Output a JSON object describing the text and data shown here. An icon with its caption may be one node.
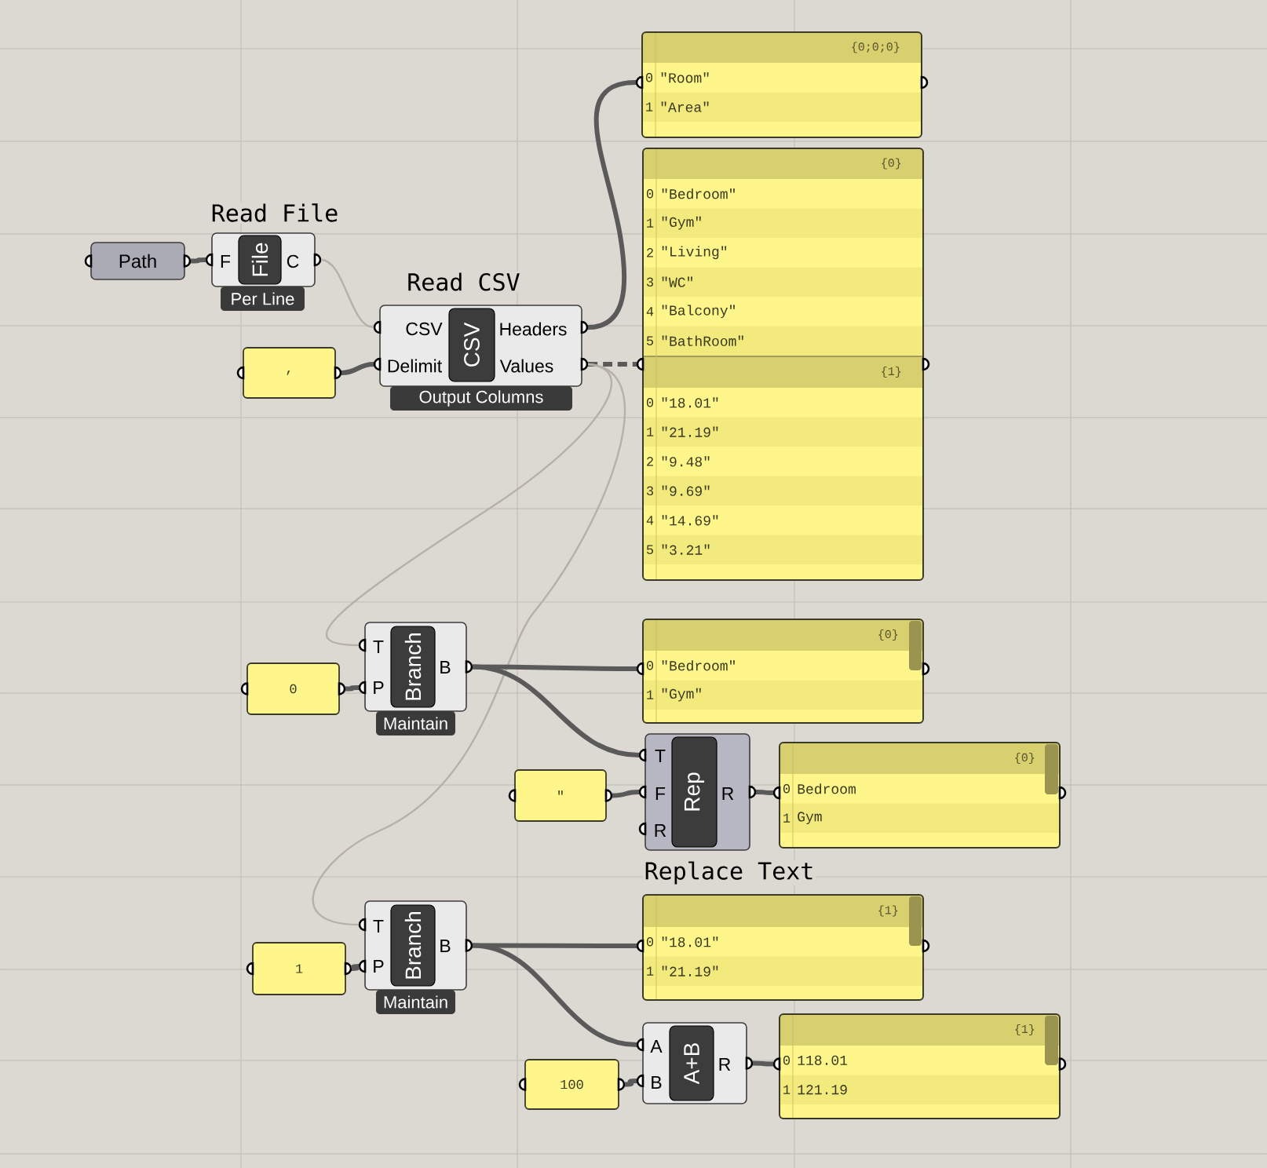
{
  "diagram": {
    "nodes": [
      {
        "text": [
          "Path"
        ]
      },
      {
        "text": [
          "Read File",
          "F",
          "File",
          "C",
          "Per Line"
        ]
      },
      {
        "text": [
          ","
        ]
      },
      {
        "text": [
          "Read CSV",
          "CSV",
          "Delimit",
          "CSV",
          "Headers",
          "Values",
          "Output Columns"
        ]
      },
      {
        "text": [
          "{0;0;0}",
          "0",
          "\"Room\"",
          "1",
          "\"Area\""
        ]
      },
      {
        "text": [
          "{0}",
          "0",
          "\"Bedroom\"",
          "1",
          "\"Gym\"",
          "2",
          "\"Living\"",
          "3",
          "\"WC\"",
          "4",
          "\"Balcony\"",
          "5",
          "\"BathRoom\"",
          "{1}",
          "0",
          "\"18.01\"",
          "1",
          "\"21.19\"",
          "2",
          "\"9.48\"",
          "3",
          "\"9.69\"",
          "4",
          "\"14.69\"",
          "5",
          "\"3.21\""
        ]
      },
      {
        "text": [
          "0"
        ]
      },
      {
        "text": [
          "T",
          "P",
          "Branch",
          "B",
          "Maintain"
        ]
      },
      {
        "text": [
          "{0}",
          "0",
          "\"Bedroom\"",
          "1",
          "\"Gym\""
        ]
      },
      {
        "text": [
          "\""
        ]
      },
      {
        "text": [
          "T",
          "F",
          "R",
          "Rep",
          "R"
        ]
      },
      {
        "text": [
          "{0}",
          "0",
          "Bedroom",
          "1",
          "Gym"
        ]
      },
      {
        "text": [
          "1"
        ]
      },
      {
        "text": [
          "T",
          "P",
          "Branch",
          "B",
          "Maintain"
        ]
      },
      {
        "text": [
          "{1}",
          "0",
          "\"18.01\"",
          "1",
          "\"21.19\""
        ]
      },
      {
        "text": [
          "100"
        ]
      },
      {
        "text": [
          "A",
          "B",
          "A+B",
          "R"
        ]
      },
      {
        "text": [
          "{1}",
          "0",
          "118.01",
          "1",
          "121.19"
        ]
      }
    ],
    "edges": [
      {
        "from": 0,
        "to": 1,
        "arrow": "none"
      },
      {
        "from": 1,
        "to": 3,
        "arrow": "none",
        "color": "#b5b1a9"
      },
      {
        "from": 2,
        "to": 3,
        "arrow": "none"
      },
      {
        "from": 3,
        "to": 4,
        "arrow": "none"
      },
      {
        "from": 3,
        "to": 5,
        "arrow": "none",
        "style": "dashed"
      },
      {
        "from": 3,
        "to": 7,
        "arrow": "none",
        "color": "#b5b1a9"
      },
      {
        "from": 3,
        "to": 13,
        "arrow": "none",
        "color": "#b5b1a9"
      },
      {
        "from": 6,
        "to": 7,
        "arrow": "none"
      },
      {
        "from": 7,
        "to": 8,
        "arrow": "none"
      },
      {
        "from": 7,
        "to": 10,
        "arrow": "none"
      },
      {
        "from": 9,
        "to": 10,
        "arrow": "none"
      },
      {
        "from": 10,
        "to": 11,
        "arrow": "none"
      },
      {
        "from": 12,
        "to": 13,
        "arrow": "none"
      },
      {
        "from": 13,
        "to": 14,
        "arrow": "none"
      },
      {
        "from": 13,
        "to": 16,
        "arrow": "none"
      },
      {
        "from": 15,
        "to": 16,
        "arrow": "none"
      },
      {
        "from": 16,
        "to": 17,
        "arrow": "none"
      }
    ],
    "labels": [
      "Replace Text"
    ]
  }
}
